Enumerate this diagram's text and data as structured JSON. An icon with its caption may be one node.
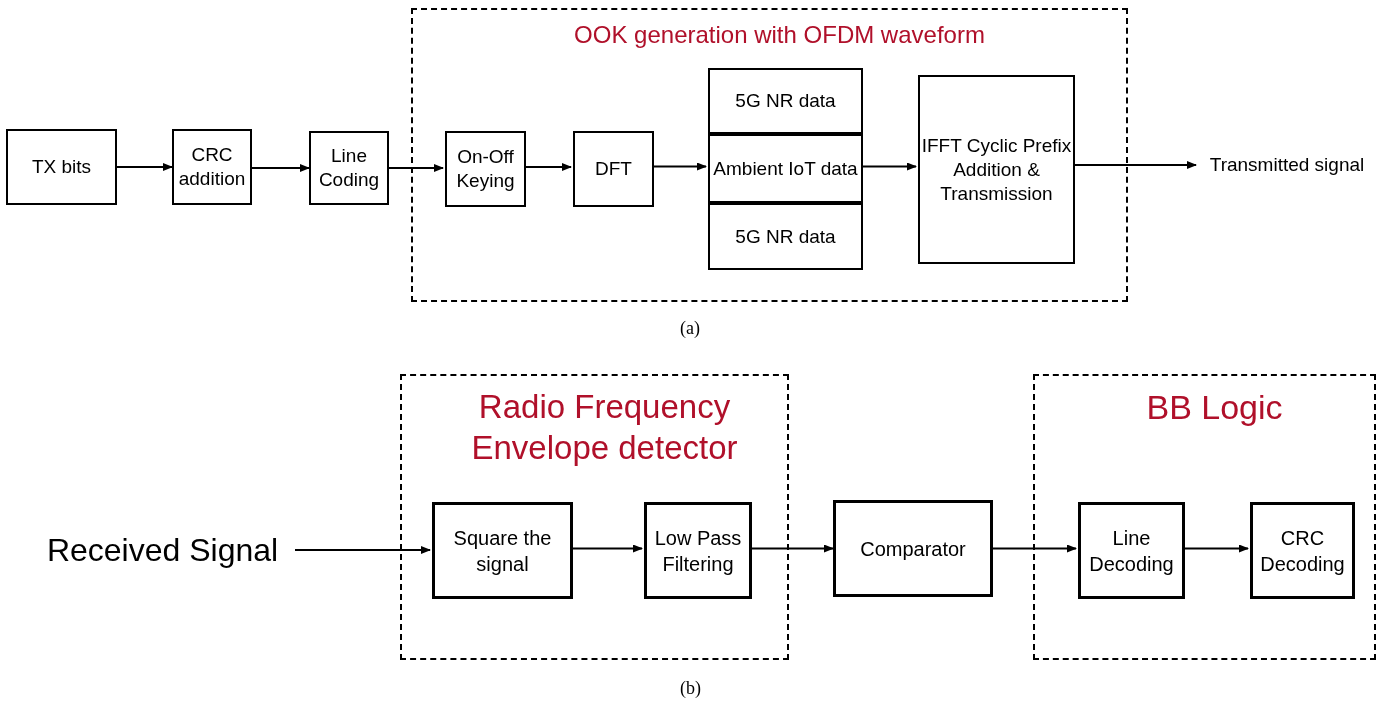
{
  "diagram": {
    "nodes": [
      {
        "text": [
          "TX bits"
        ]
      },
      {
        "text": [
          "CRC addition"
        ]
      },
      {
        "text": [
          "Line Coding"
        ]
      },
      {
        "text": [
          "OOK generation with OFDM waveform"
        ]
      },
      {
        "text": [
          "On-Off Keying"
        ],
        "in": 3
      },
      {
        "text": [
          "DFT"
        ],
        "in": 3
      },
      {
        "text": [
          "5G NR data"
        ],
        "in": 3
      },
      {
        "text": [
          "Ambient IoT data"
        ],
        "in": 3
      },
      {
        "text": [
          "5G NR data"
        ],
        "in": 3
      },
      {
        "text": [
          "IFFT Cyclic Prefix Addition & Transmission"
        ],
        "in": 3
      },
      {
        "text": [
          "Transmitted signal"
        ]
      },
      {
        "text": [
          "Received Signal"
        ]
      },
      {
        "text": [
          "Radio Frequency Envelope detector"
        ]
      },
      {
        "text": [
          "Square the signal"
        ],
        "in": 12
      },
      {
        "text": [
          "Low Pass Filtering"
        ],
        "in": 12
      },
      {
        "text": [
          "Comparator"
        ]
      },
      {
        "text": [
          "BB Logic"
        ]
      },
      {
        "text": [
          "Line Decoding"
        ],
        "in": 16
      },
      {
        "text": [
          "CRC Decoding"
        ],
        "in": 16
      }
    ],
    "edges": [
      {
        "from": 0,
        "to": 1,
        "arrow": "to"
      },
      {
        "from": 1,
        "to": 2,
        "arrow": "to"
      },
      {
        "from": 2,
        "to": 4,
        "arrow": "to"
      },
      {
        "from": 4,
        "to": 5,
        "arrow": "to"
      },
      {
        "from": 5,
        "to": 7,
        "arrow": "to"
      },
      {
        "from": 7,
        "to": 9,
        "arrow": "to"
      },
      {
        "from": 9,
        "to": 10,
        "arrow": "to"
      },
      {
        "from": 11,
        "to": 13,
        "arrow": "to"
      },
      {
        "from": 13,
        "to": 14,
        "arrow": "to"
      },
      {
        "from": 14,
        "to": 15,
        "arrow": "to"
      },
      {
        "from": 15,
        "to": 17,
        "arrow": "to"
      },
      {
        "from": 17,
        "to": 18,
        "arrow": "to"
      }
    ],
    "labels": [
      "(a)",
      "(b)"
    ]
  }
}
